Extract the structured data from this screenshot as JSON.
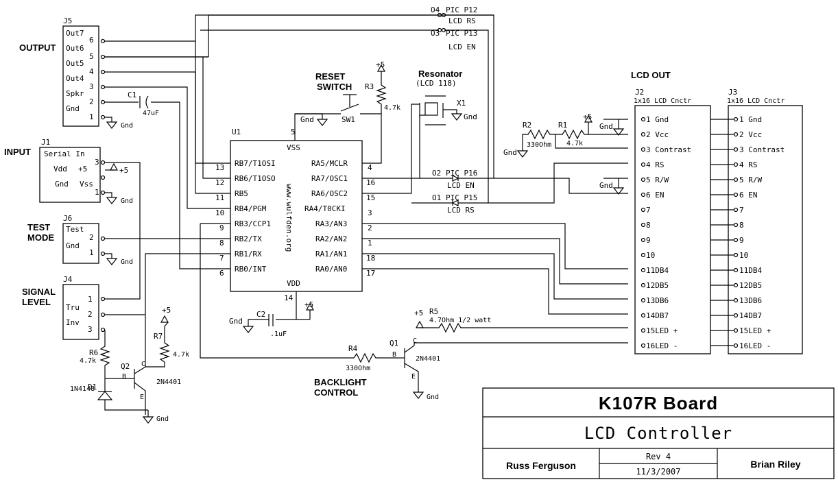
{
  "connectors": {
    "j5": {
      "ref": "J5",
      "title": "OUTPUT",
      "pins": [
        {
          "name": "Out7",
          "num": "6"
        },
        {
          "name": "Out6",
          "num": "5"
        },
        {
          "name": "Out5",
          "num": "4"
        },
        {
          "name": "Out4",
          "num": "3"
        },
        {
          "name": "Spkr",
          "num": "2"
        },
        {
          "name": "Gnd",
          "num": "1"
        }
      ]
    },
    "j1": {
      "ref": "J1",
      "title": "INPUT",
      "header": "Serial In",
      "pins": [
        {
          "name": "Vdd",
          "num": "3"
        },
        {
          "name": "Gnd",
          "num": "1"
        }
      ],
      "vdd_label": "+5",
      "vss_label": "Vss"
    },
    "j6": {
      "ref": "J6",
      "title_line1": "TEST",
      "title_line2": "MODE",
      "pins": [
        {
          "name": "Test",
          "num": "2"
        },
        {
          "name": "Gnd",
          "num": "1"
        }
      ]
    },
    "j4": {
      "ref": "J4",
      "title_line1": "SIGNAL",
      "title_line2": "LEVEL",
      "pins": [
        {
          "name": "Tru",
          "num": "1"
        },
        {
          "name": "",
          "num": "2"
        },
        {
          "name": "Inv",
          "num": "3"
        }
      ]
    }
  },
  "u1": {
    "ref": "U1",
    "vss": "VSS",
    "vdd": "VDD",
    "vss_pin": "5",
    "vdd_pin": "14",
    "center_text": "www.wulfden.org",
    "left_pins": [
      {
        "name": "RB7/T1OSI",
        "num": "13"
      },
      {
        "name": "RB6/T1OSO",
        "num": "12"
      },
      {
        "name": "RB5",
        "num": "11"
      },
      {
        "name": "RB4/PGM",
        "num": "10"
      },
      {
        "name": "RB3/CCP1",
        "num": "9"
      },
      {
        "name": "RB2/TX",
        "num": "8"
      },
      {
        "name": "RB1/RX",
        "num": "7"
      },
      {
        "name": "RB0/INT",
        "num": "6"
      }
    ],
    "right_pins": [
      {
        "name": "RA5/MCLR",
        "num": "4"
      },
      {
        "name": "RA7/OSC1",
        "num": "16"
      },
      {
        "name": "RA6/OSC2",
        "num": "15"
      },
      {
        "name": "RA4/T0CKI",
        "num": "3"
      },
      {
        "name": "RA3/AN3",
        "num": "2"
      },
      {
        "name": "RA2/AN2",
        "num": "1"
      },
      {
        "name": "RA1/AN1",
        "num": "18"
      },
      {
        "name": "RA0/AN0",
        "num": "17"
      }
    ]
  },
  "jumpers": [
    {
      "id": "O4",
      "pic": "PIC P12",
      "lcd": "LCD RS"
    },
    {
      "id": "O3",
      "pic": "PIC P13",
      "lcd": "LCD EN"
    },
    {
      "id": "O2",
      "pic": "PIC P16",
      "lcd": "LCD EN"
    },
    {
      "id": "O1",
      "pic": "PIC P15",
      "lcd": "LCD RS"
    }
  ],
  "reset": {
    "title1": "RESET",
    "title2": "SWITCH",
    "ref": "SW1"
  },
  "resonator": {
    "title": "Resonator",
    "subtitle": "(LCD 118)",
    "ref": "X1"
  },
  "components": {
    "r1": {
      "ref": "R1",
      "value": "4.7k"
    },
    "r2": {
      "ref": "R2",
      "value": "330Ohm"
    },
    "r3": {
      "ref": "R3",
      "value": "4.7k"
    },
    "r4": {
      "ref": "R4",
      "value": "330Ohm"
    },
    "r5": {
      "ref": "R5",
      "value": "4.7Ohm 1/2 watt"
    },
    "r6": {
      "ref": "R6",
      "value": "4.7k"
    },
    "r7": {
      "ref": "R7",
      "value": "4.7k"
    },
    "c1": {
      "ref": "C1",
      "value": "47uF"
    },
    "c2": {
      "ref": "C2",
      "value": ".1uF"
    },
    "d1": {
      "ref": "D1",
      "value": "1N4148"
    },
    "q1": {
      "ref": "Q1",
      "value": "2N4401",
      "b": "B",
      "c": "C",
      "e": "E"
    },
    "q2": {
      "ref": "Q2",
      "value": "2N4401",
      "b": "B",
      "c": "C",
      "e": "E"
    }
  },
  "labels": {
    "gnd": "Gnd",
    "plus5": "+5",
    "backlight1": "BACKLIGHT",
    "backlight2": "CONTROL",
    "lcd_out": "LCD OUT"
  },
  "lcd": {
    "j2_ref": "J2",
    "j3_ref": "J3",
    "subtitle": "1x16 LCD Cnctr",
    "pins": [
      "1 Gnd",
      "2 Vcc",
      "3 Contrast",
      "4 RS",
      "5 R/W",
      "6 EN",
      "7",
      "8",
      "9",
      "10",
      "11DB4",
      "12DB5",
      "13DB6",
      "14DB7",
      "15LED +",
      "16LED -"
    ]
  },
  "title_block": {
    "board": "K107R Board",
    "name": "LCD Controller",
    "author_left": "Russ Ferguson",
    "rev": "Rev 4",
    "date": "11/3/2007",
    "author_right": "Brian Riley"
  }
}
